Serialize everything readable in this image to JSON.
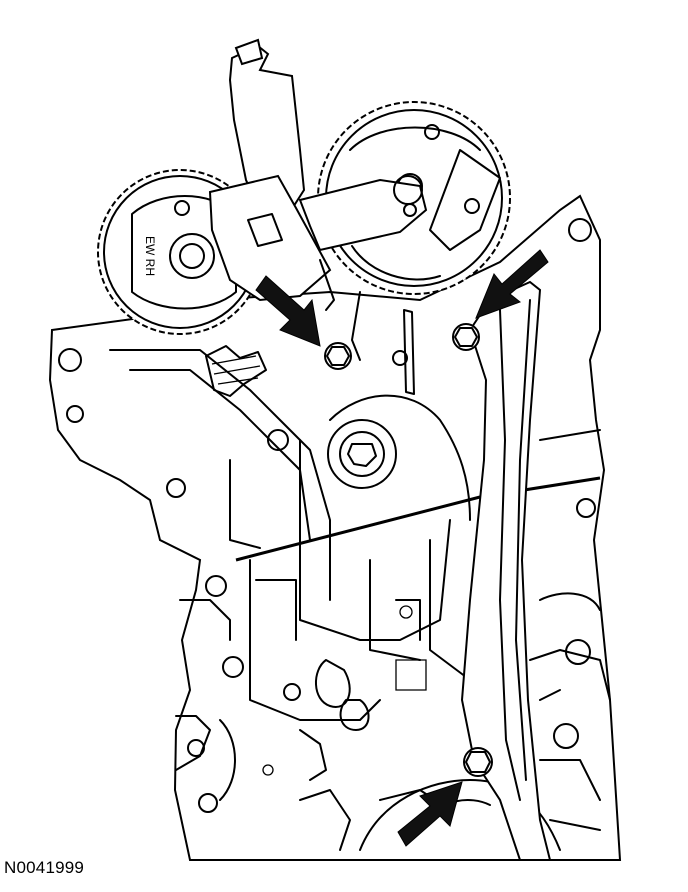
{
  "figure": {
    "id_label": "N0041999",
    "gear_marking": "EW RH"
  },
  "callouts": [
    {
      "name": "upper-left-bolt"
    },
    {
      "name": "upper-right-bolt"
    },
    {
      "name": "lower-bolt"
    }
  ],
  "colors": {
    "line": "#000000",
    "background": "#ffffff",
    "arrow_fill": "#111111"
  }
}
